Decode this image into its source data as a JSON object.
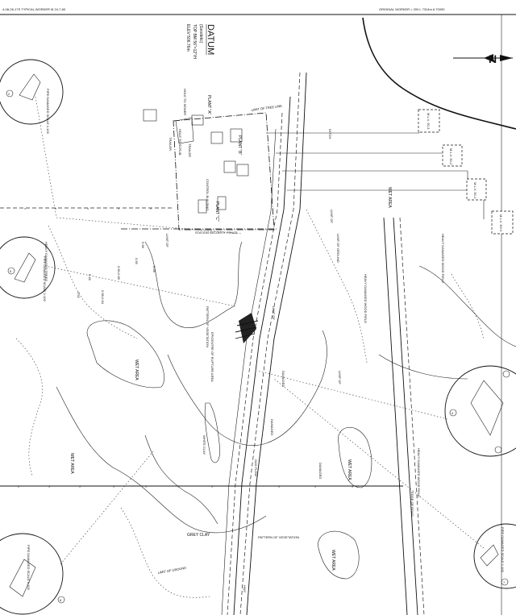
{
  "header": {
    "left_note": "4-08-26-17S TYPICAL WORKER M 24-7-60",
    "right_note": "ORIGINAL WORKER = 200 L 7314m A 70090"
  },
  "datum": {
    "title": "DATUM",
    "line1": "(Geodetic)",
    "line2": "TOP BM 56\"=12\"/H",
    "line3": "ELEV 506.76m"
  },
  "plants": {
    "plant_a": "PLANT \"A\"",
    "plant_b": "PLANT \"B\"",
    "plant_c": "PLANT \"C\"",
    "trailer_1": "TRAILER",
    "trailer_2": "TRAILER",
    "control_building": "CONTROL BUILDING",
    "hole_to_sewer": "HOLE TO SEWER",
    "hole_to_scrub": "HOLE TO SCRUB"
  },
  "labels": {
    "station_fence": "STATION SECURITY FENCE",
    "limit_tree_line": "LIMIT OF TREE LINE",
    "wet_area_1": "WET AREA",
    "wet_area_2": "WET AREA",
    "wet_area_3": "WET AREA",
    "wet_area_4": "WET AREA",
    "wet_area_5": "WET AREA",
    "heavy_damaged_1": "HEAVY DAMAGED WOOD FIELD",
    "heavy_damaged_2": "HEAVY DAMAGED WOOD FIELD",
    "heavy_damaged_3": "HEAVY DAMAGED WOOD FIELD",
    "heavy_damaged_4": "HEAVY DAMAGED TREES",
    "damaged_1": "DAMAGED",
    "damaged_2": "DAMAGED",
    "damaged_3": "DAMAGED",
    "limit_of_1": "LIMIT OF",
    "limit_of_2": "LIMIT OF",
    "limit_of_3": "LIMIT OF",
    "limit_of_4": "LIMIT OF",
    "limit_of_ground": "LIMIT OF GROUND",
    "limit_of_ground_2": "LIMIT OF GROUND",
    "epicentre": "EPICENTRE OF RUPTURE AREA",
    "pattern_veg_1": "PATTERN OF VEGETATION",
    "pattern_veg_2": "PATTERN OF VEGETATION",
    "grey_clay": "GREY CLAY",
    "white_clay": "WHITE CLAY",
    "gas_flow": "GAS FLOW",
    "edge_of_road": "EDGE OF ROAD",
    "hwy": "HWY",
    "mlv_1": "M.L.V. 30-3",
    "mlv_2": "M.L.V. 30-2",
    "mlv_3": "M.L.V. 30-1",
    "mlv_4": "M.L.V. 30+1",
    "ditch": "DITCH",
    "spot_1": "0.58",
    "spot_2": "0.55",
    "spot_3": "0.50-0.65",
    "spot_4": "0.46",
    "spot_5": "0.58-0.64",
    "spot_6": "0.56",
    "spot_7": "0.52"
  },
  "details": [
    {
      "label": "PIPE DAMAGED SCALE 1:100",
      "num": "2"
    },
    {
      "label": "PIPE DAMAGED SCALE 1:100",
      "num": "5"
    },
    {
      "label": "PIPE DAMAGED SCALE 1:100",
      "num": "8"
    },
    {
      "label": "PIPE DAMAGED SCALE 1:100",
      "num": "4"
    },
    {
      "label": "PIPE DAMAGED SCALE 1:100",
      "num": "7"
    }
  ],
  "north_arrow": {
    "letter": "N"
  }
}
